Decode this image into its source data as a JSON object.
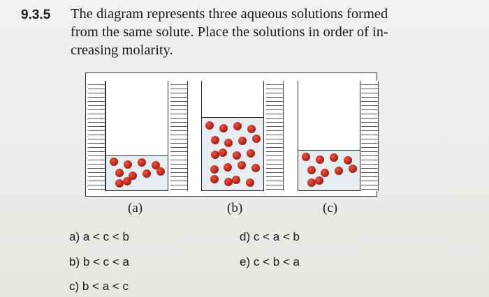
{
  "question": {
    "number": "9.3.5",
    "stem_lines": [
      "The diagram represents three aqueous solutions formed",
      "from the same solute. Place the solutions in order of in-",
      "creasing molarity."
    ]
  },
  "figure": {
    "labels": [
      "(a)",
      "(b)",
      "(c)"
    ],
    "particle_counts": {
      "a": 10,
      "b": 20,
      "c": 10
    },
    "solution_fill_fraction": {
      "a": 0.31,
      "b": 0.66,
      "c": 0.36
    },
    "particle_color": "#b8261a"
  },
  "options": {
    "a": "a) a < c < b",
    "b": "b) b < c < a",
    "c": "c) b < a < c",
    "d": "d) c < a < b",
    "e": "e) c < b < a"
  }
}
